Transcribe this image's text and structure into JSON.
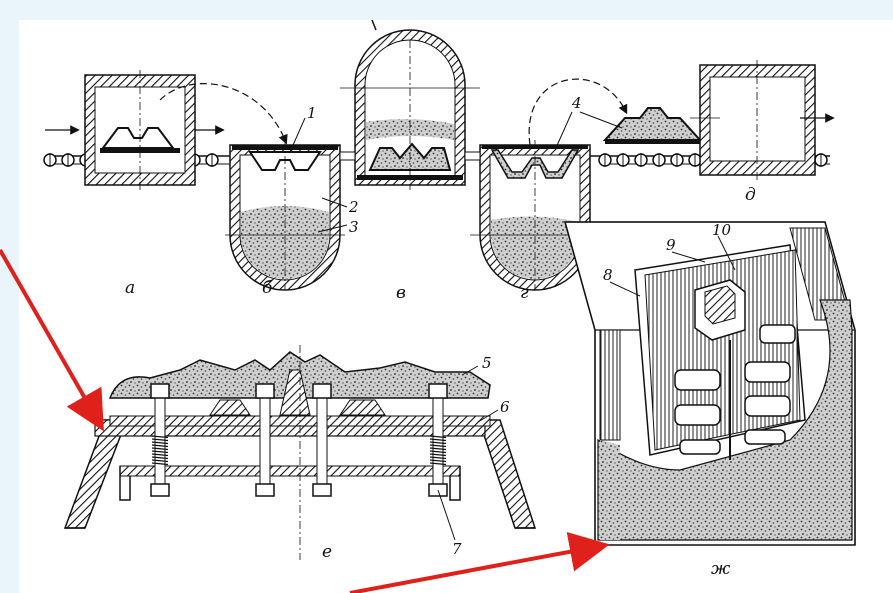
{
  "stage_labels": {
    "a": "а",
    "b": "б",
    "v": "в",
    "g": "г",
    "d": "д",
    "e": "е",
    "zh": "ж"
  },
  "part_numbers": {
    "n1": "1",
    "n2": "2",
    "n3": "3",
    "n4": "4",
    "n5": "5",
    "n6": "6",
    "n7": "7",
    "n8": "8",
    "n9": "9",
    "n10": "10"
  },
  "colors": {
    "background": "#e9f4fb",
    "paper": "#ffffff",
    "ink": "#111111",
    "arrow": "#e0201b"
  }
}
